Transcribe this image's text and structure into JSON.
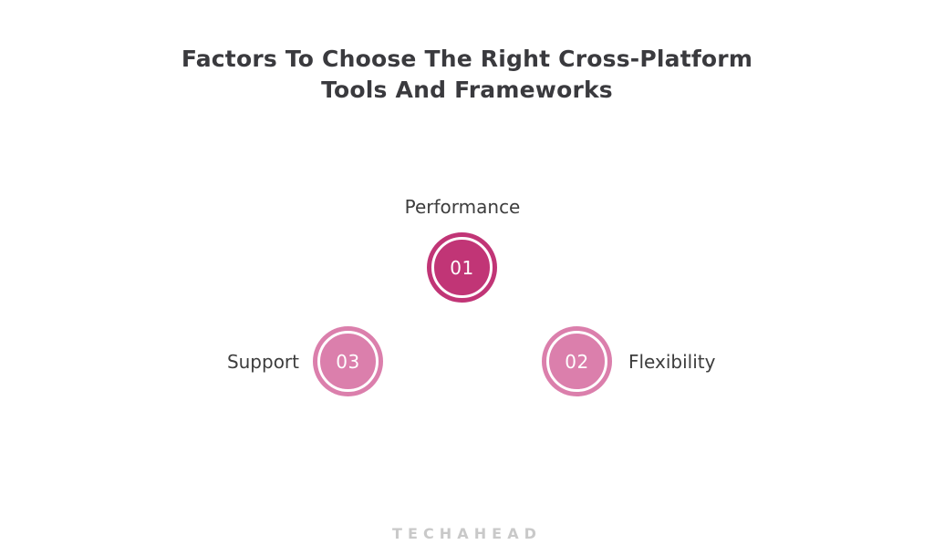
{
  "title": {
    "lines": [
      "Factors To Choose The Right Cross-Platform",
      "Tools And Frameworks"
    ]
  },
  "factors": [
    {
      "number": "01",
      "label": "Performance",
      "color": "#c13576",
      "label_position": "top"
    },
    {
      "number": "02",
      "label": "Flexibility",
      "color": "#db7fac",
      "label_position": "right"
    },
    {
      "number": "03",
      "label": "Support",
      "color": "#db7fac",
      "label_position": "left"
    }
  ],
  "footer": {
    "brand": "TECHAHEAD"
  },
  "colors": {
    "background": "#ffffff",
    "title_text": "#3a3a3e",
    "label_text": "#3d3d3d",
    "circle_number_text": "#ffffff",
    "circle_ring": "#ffffff",
    "dark_pink": "#c13576",
    "light_pink": "#db7fac",
    "brand_text": "#c9c9c9"
  }
}
